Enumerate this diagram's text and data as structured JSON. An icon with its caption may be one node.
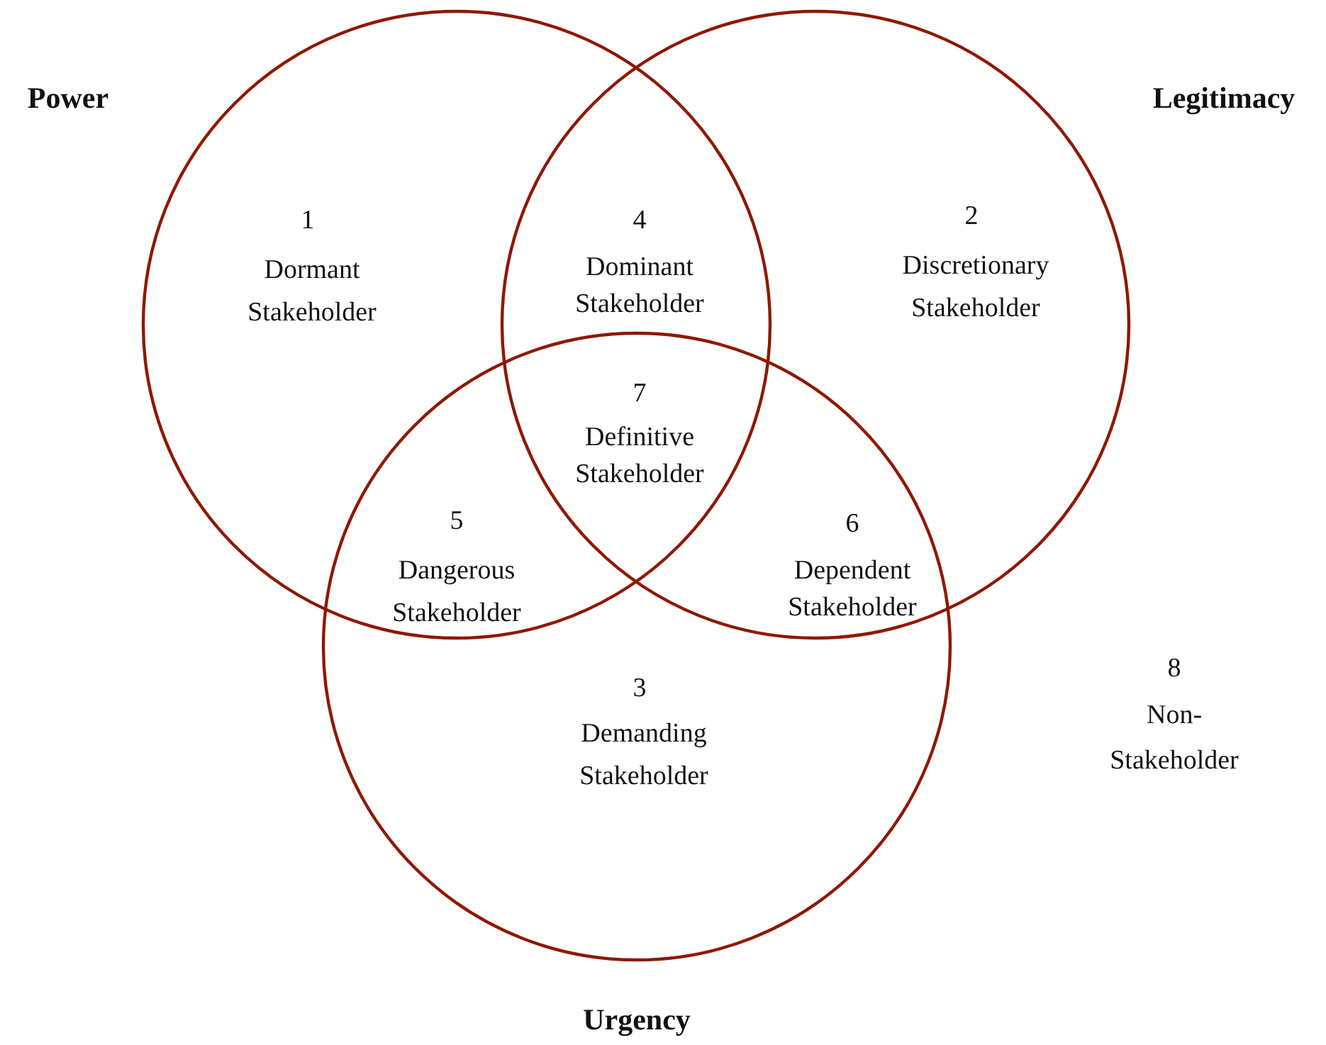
{
  "diagram": {
    "nodes": [
      {
        "text": [
          "Power"
        ]
      },
      {
        "text": [
          "Legitimacy"
        ]
      },
      {
        "text": [
          "Urgency"
        ]
      }
    ],
    "edges": [],
    "labels": [
      "1",
      "Dormant Stakeholder",
      "4",
      "Dominant Stakeholder",
      "2",
      "Discretionary Stakeholder",
      "7",
      "Definitive Stakeholder",
      "5",
      "Dangerous Stakeholder",
      "6",
      "Dependent Stakeholder",
      "8",
      "Non-Stakeholder",
      "3",
      "Demanding Stakeholder"
    ]
  }
}
